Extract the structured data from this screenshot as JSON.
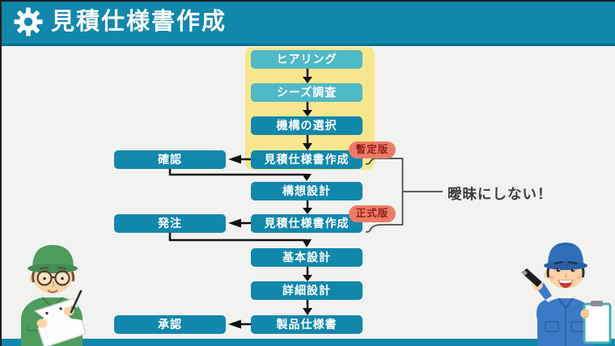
{
  "header": {
    "title": "見積仕様書作成",
    "icon": "gear-icon"
  },
  "flow": {
    "center_steps": [
      {
        "label": "ヒアリング",
        "style": "light"
      },
      {
        "label": "シーズ調査",
        "style": "light"
      },
      {
        "label": "機構の選択",
        "style": "dark"
      },
      {
        "label": "見積仕様書作成",
        "style": "dark",
        "badge": "暫定版"
      },
      {
        "label": "構想設計",
        "style": "dark"
      },
      {
        "label": "見積仕様書作成",
        "style": "dark",
        "badge": "正式版"
      },
      {
        "label": "基本設計",
        "style": "dark"
      },
      {
        "label": "詳細設計",
        "style": "dark"
      },
      {
        "label": "製品仕様書",
        "style": "dark"
      }
    ],
    "side_steps": [
      {
        "label": "確認"
      },
      {
        "label": "発注"
      },
      {
        "label": "承認"
      }
    ],
    "annotation": "曖昧にしない！"
  },
  "colors": {
    "header_bg": "#1287AC",
    "box_dark": "#1287AC",
    "box_light": "#4FB9C6",
    "highlight_yellow": "#F8E68C",
    "badge_bg": "#ED7B68",
    "badge_text": "#8E2216",
    "background": "#F2F2F1",
    "arrow": "#111111",
    "note_text": "#3C3C3C"
  },
  "illustrations": {
    "left": "worker-writing-on-clipboard",
    "right": "worker-presenting-clipboard-and-pen"
  }
}
